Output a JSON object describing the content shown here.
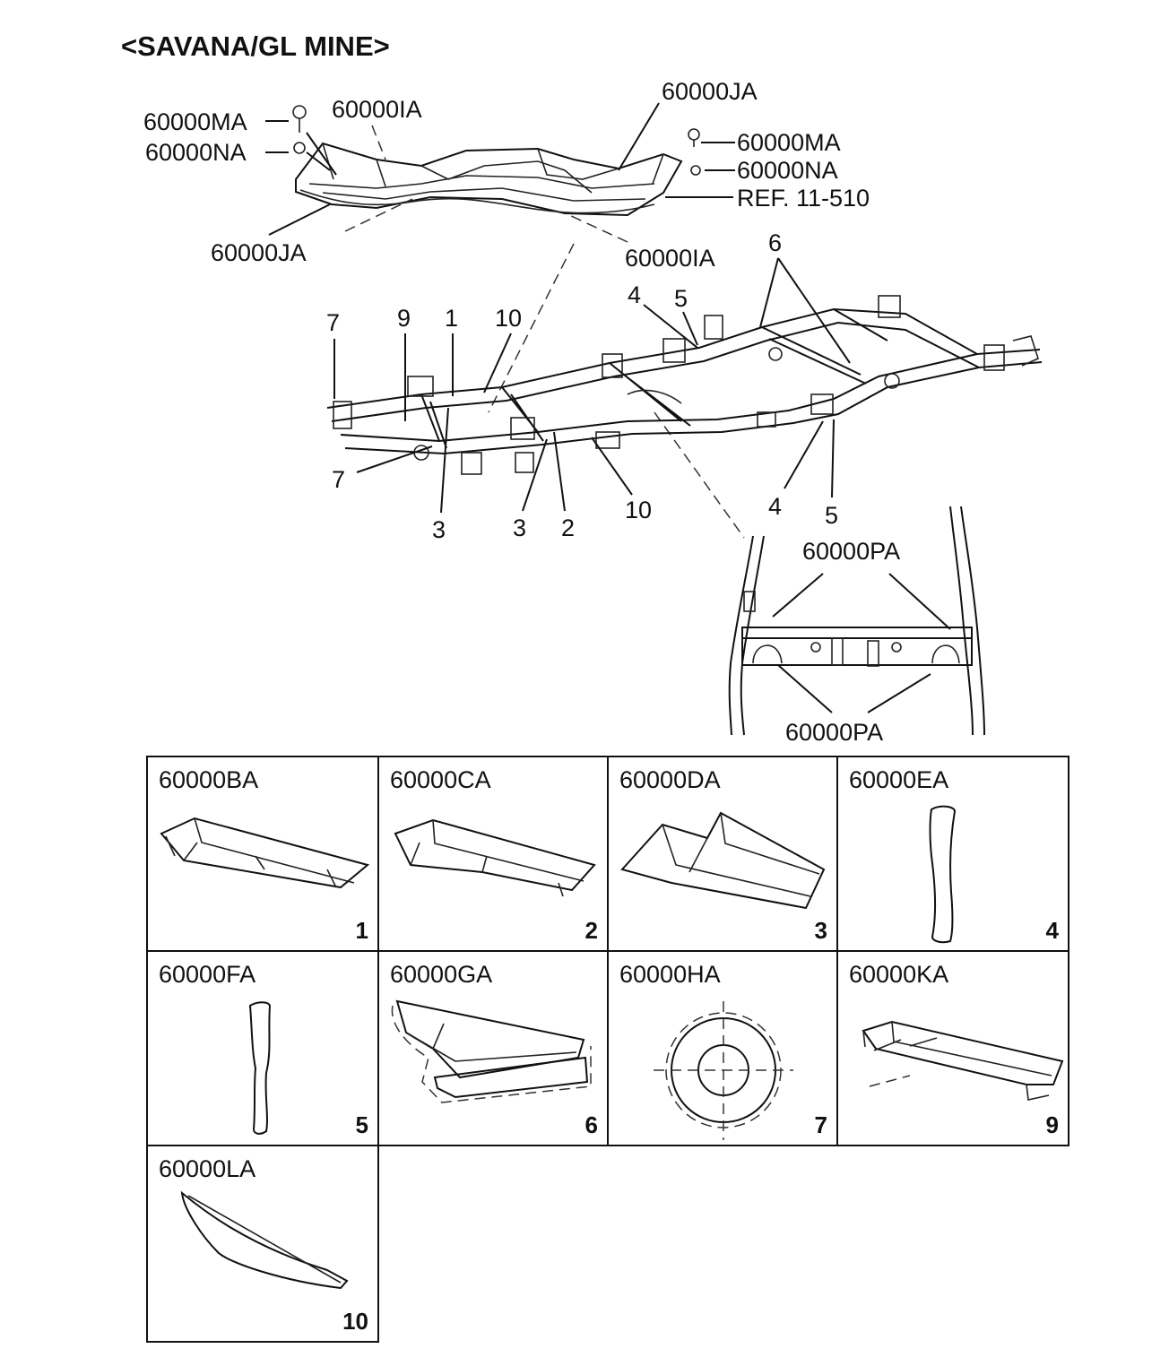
{
  "title": "<SAVANA/GL MINE>",
  "callouts": {
    "top_ja": "60000JA",
    "top_ia": "60000IA",
    "left_ma": "60000MA",
    "left_na": "60000NA",
    "right_ma": "60000MA",
    "right_na": "60000NA",
    "ref": "REF. 11-510",
    "bottom_ja": "60000JA",
    "bottom_ia": "60000IA",
    "n7a": "7",
    "n9": "9",
    "n1": "1",
    "n10a": "10",
    "n4a": "4",
    "n5a": "5",
    "n6": "6",
    "n7b": "7",
    "n3a": "3",
    "n3b": "3",
    "n2": "2",
    "n10b": "10",
    "n4b": "4",
    "n5b": "5",
    "pa_top": "60000PA",
    "pa_bottom": "60000PA"
  },
  "parts": [
    {
      "code": "60000BA",
      "num": "1"
    },
    {
      "code": "60000CA",
      "num": "2"
    },
    {
      "code": "60000DA",
      "num": "3"
    },
    {
      "code": "60000EA",
      "num": "4"
    },
    {
      "code": "60000FA",
      "num": "5"
    },
    {
      "code": "60000GA",
      "num": "6"
    },
    {
      "code": "60000HA",
      "num": "7"
    },
    {
      "code": "60000KA",
      "num": "9"
    },
    {
      "code": "60000LA",
      "num": "10"
    }
  ]
}
